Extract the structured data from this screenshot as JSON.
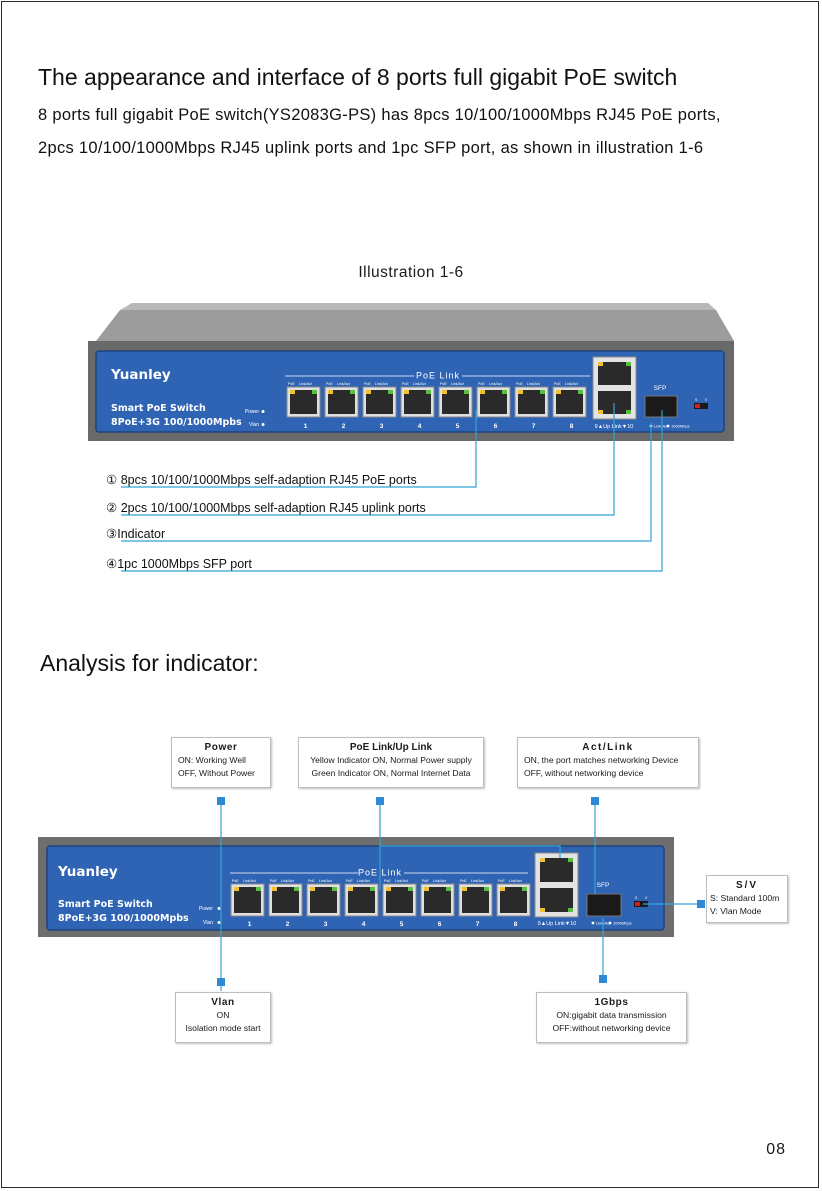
{
  "title": "The appearance and interface of 8 ports full gigabit PoE switch",
  "intro_line1": "8 ports full gigabit PoE switch(YS2083G-PS) has 8pcs 10/100/1000Mbps RJ45 PoE ports,",
  "intro_line2": "2pcs 10/100/1000Mbps RJ45 uplink ports and 1pc SFP port, as shown in illustration 1-6",
  "caption": "Illustration 1-6",
  "device": {
    "brand": "Yuanley",
    "model_line1": "Smart PoE Switch",
    "model_line2": "8PoE+3G 100/1000Mpbs",
    "poe_link": "PoE  Link",
    "port_numbers": [
      "1",
      "2",
      "3",
      "4",
      "5",
      "6",
      "7",
      "8"
    ],
    "led_power": "Power",
    "led_vlan": "Vlan",
    "uplink_label": "9▲Up Link▼10",
    "sfp": "SFP",
    "port_led_label_a": "PoE",
    "port_led_label_b": "Link/Act",
    "sfp_led_a": "Link/Act",
    "sfp_led_b": "1000Mbps",
    "sv_s": "S",
    "sv_v": "V"
  },
  "callouts": [
    {
      "num": "①",
      "text": "8pcs 10/100/1000Mbps self-adaption RJ45 PoE ports"
    },
    {
      "num": "②",
      "text": "2pcs 10/100/1000Mbps self-adaption RJ45 uplink ports"
    },
    {
      "num": "③",
      "text": "Indicator"
    },
    {
      "num": "④",
      "text": "1pc 1000Mbps SFP port"
    }
  ],
  "section2_title": "Analysis for indicator:",
  "indicators": {
    "power": {
      "title": "Power",
      "lines": [
        "ON: Working Well",
        "OFF, Without Power"
      ]
    },
    "poe_link": {
      "title": "PoE Link/Up Link",
      "lines": [
        "Yellow Indicator ON, Normal Power supply",
        "Green Indicator ON, Normal Internet Data"
      ]
    },
    "act_link": {
      "title": "Act/Link",
      "lines": [
        "ON, the port matches networking Device",
        "OFF, without networking device"
      ]
    },
    "sv": {
      "title": "S/V",
      "lines": [
        "S: Standard 100m",
        "V: Vlan Mode"
      ]
    },
    "vlan": {
      "title": "Vlan",
      "lines": [
        "ON",
        "Isolation mode start"
      ]
    },
    "gbps": {
      "title": "1Gbps",
      "lines": [
        "ON:gigabit data transmission",
        "OFF:without networking device"
      ]
    }
  },
  "page_number": "08",
  "colors": {
    "panel_blue": "#2f64b4",
    "chassis_grey": "#6b6b6b",
    "callout_line": "#33a3d6",
    "marker_blue": "#2f8ad6"
  }
}
